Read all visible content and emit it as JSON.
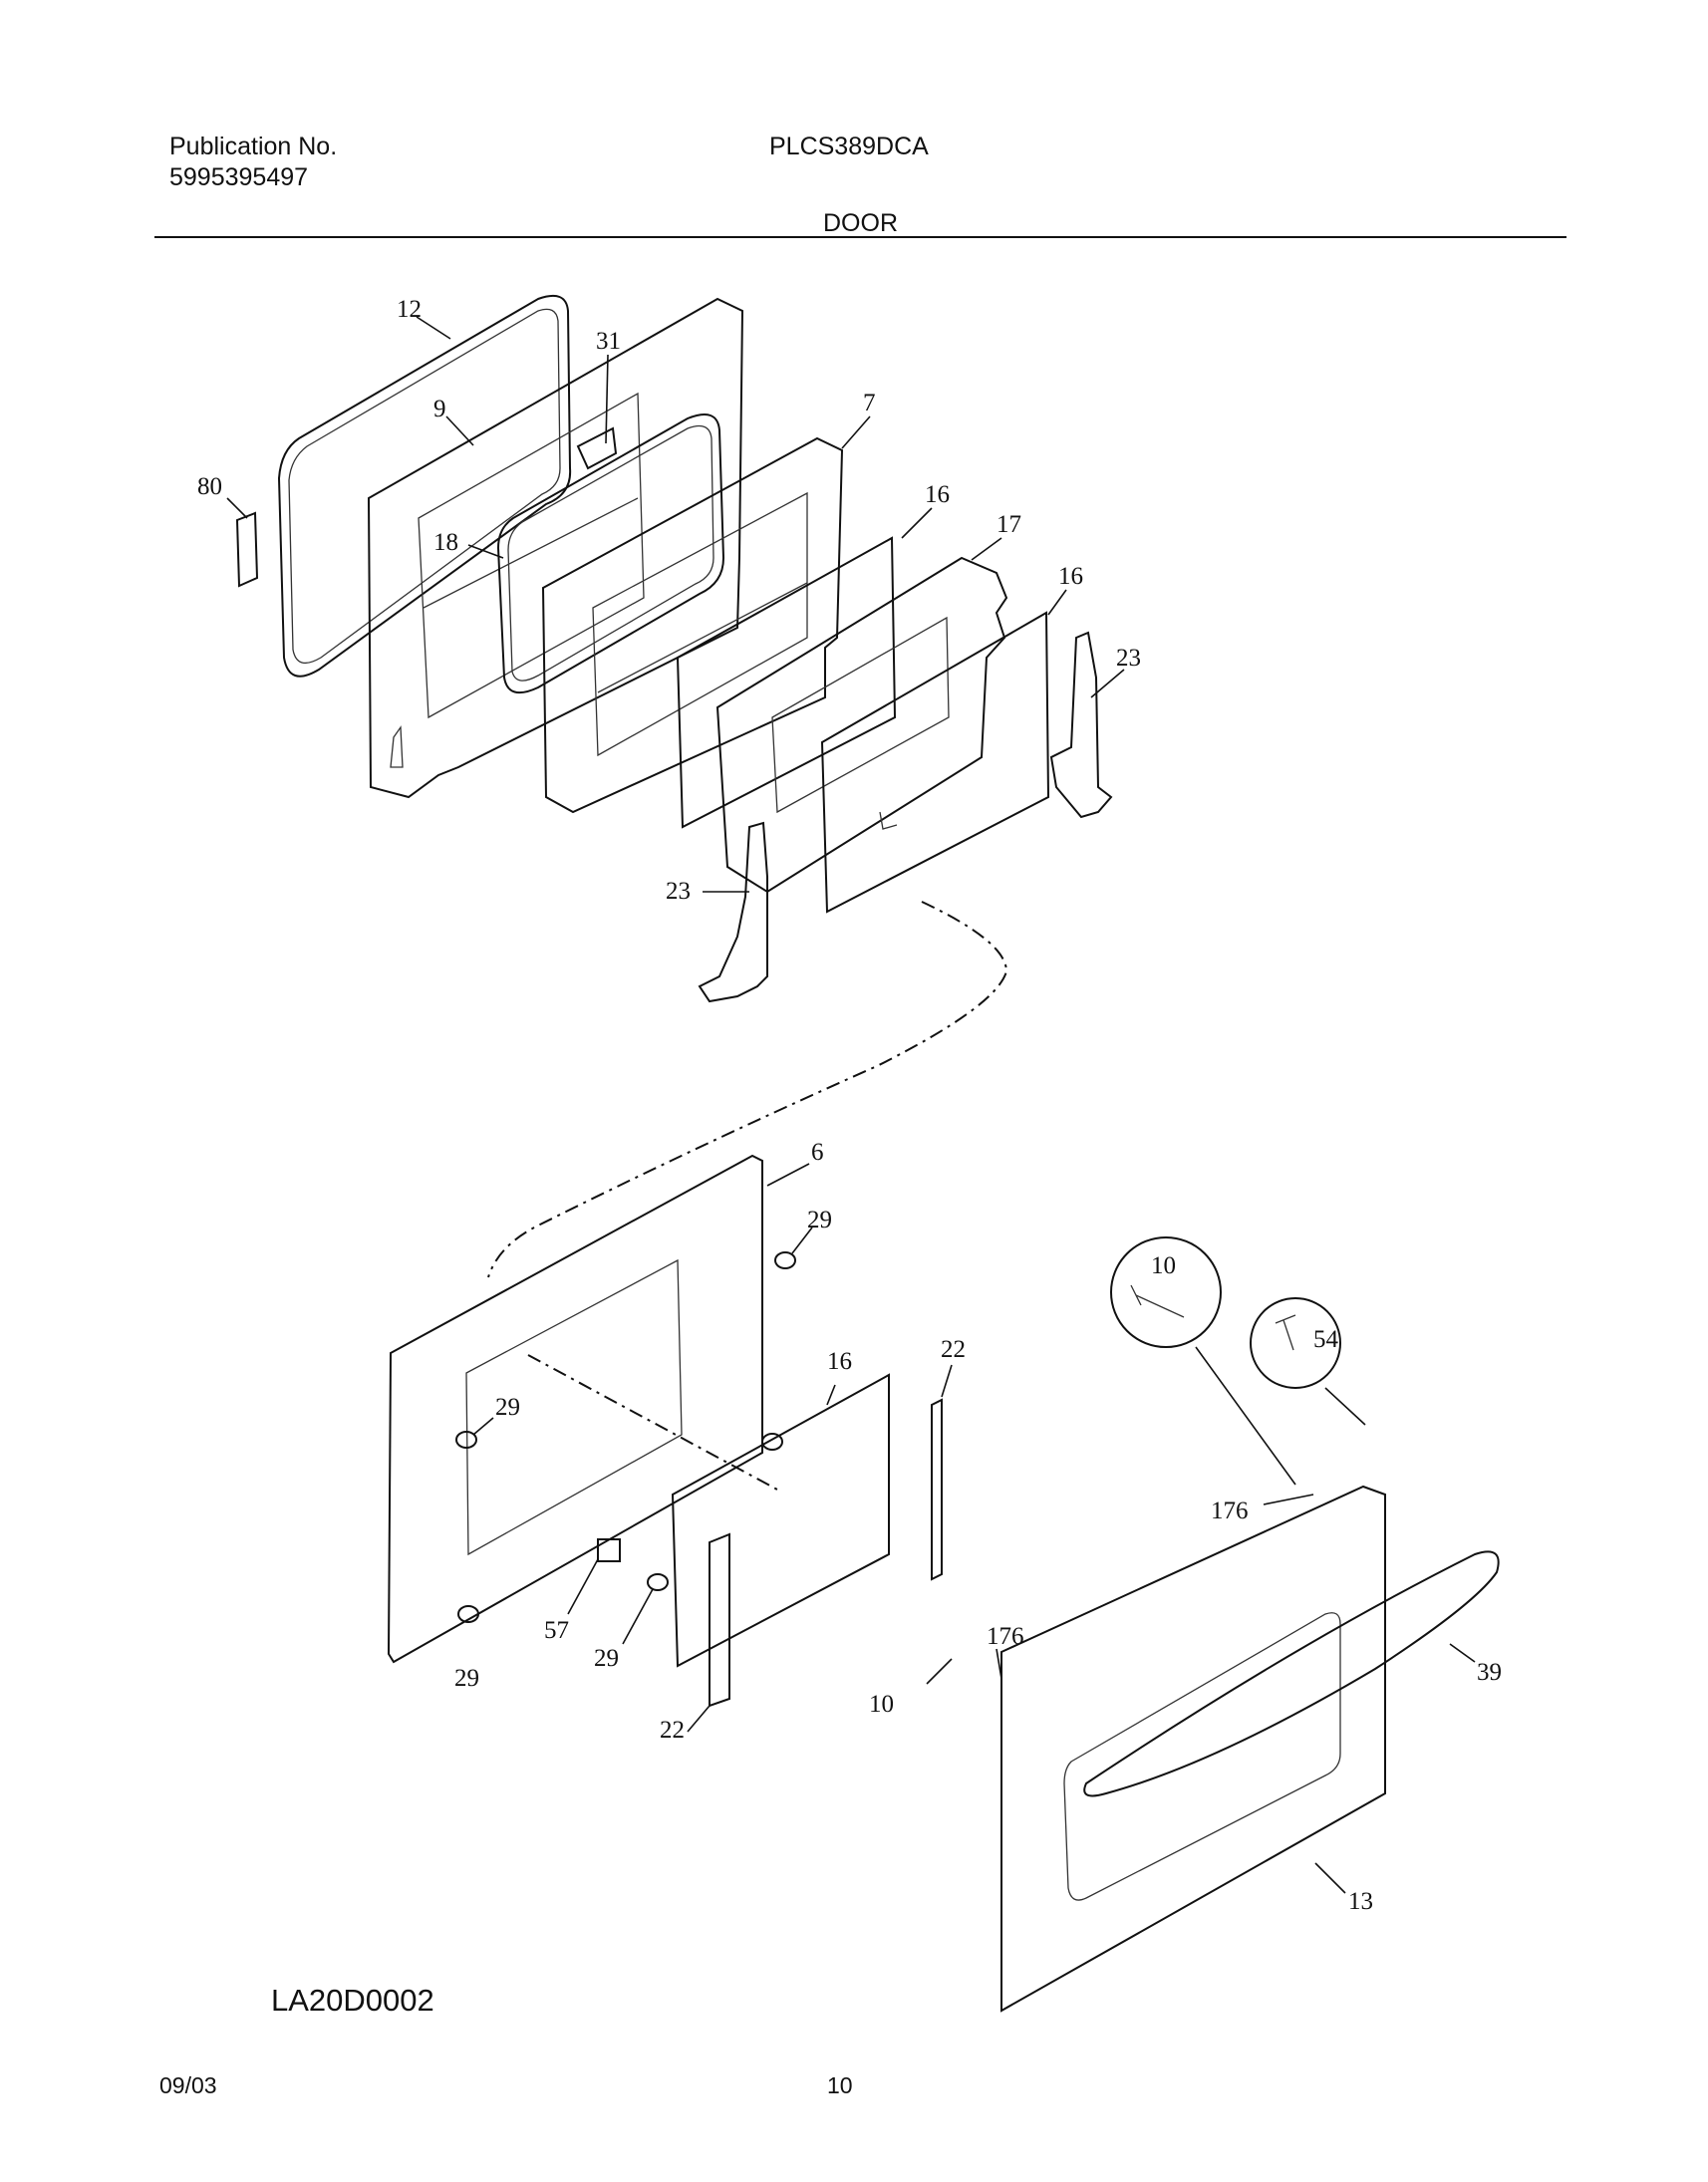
{
  "header": {
    "publication_label": "Publication No.",
    "publication_number": "5995395497",
    "model": "PLCS389DCA",
    "section_title": "DOOR"
  },
  "diagram": {
    "callouts": [
      "12",
      "31",
      "9",
      "7",
      "80",
      "16",
      "17",
      "18",
      "16",
      "23",
      "23",
      "6",
      "29",
      "10",
      "29",
      "16",
      "22",
      "54",
      "176",
      "57",
      "29",
      "29",
      "176",
      "39",
      "10",
      "22",
      "13"
    ]
  },
  "footer": {
    "drawing_code": "LA20D0002",
    "date": "09/03",
    "page_number": "10"
  }
}
